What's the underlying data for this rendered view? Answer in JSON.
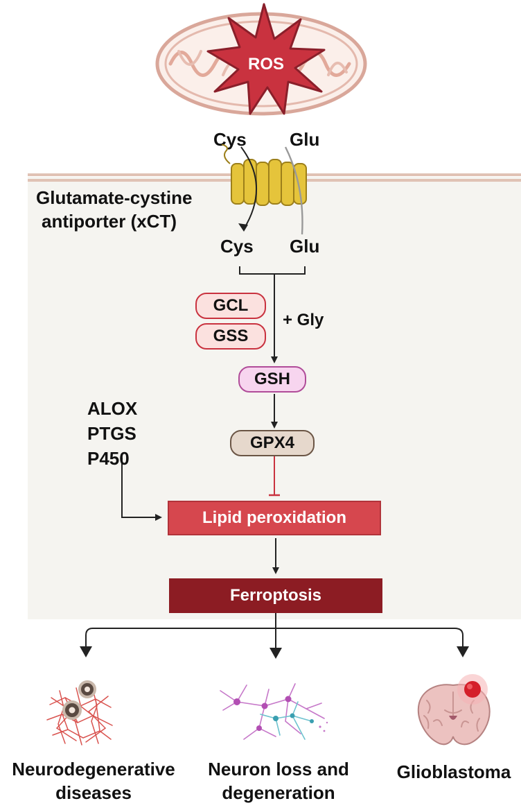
{
  "mito": {
    "ros_label": "ROS"
  },
  "transporter": {
    "outside_left": "Cys",
    "outside_right": "Glu",
    "inside_left": "Cys",
    "inside_right": "Glu",
    "name_line1": "Glutamate-cystine",
    "name_line2": "antiporter (xCT)"
  },
  "pathway": {
    "enzymes": [
      "GCL",
      "GSS"
    ],
    "cofactor": "+ Gly",
    "gsh": "GSH",
    "gpx4": "GPX4",
    "lipid_enzymes": [
      "ALOX",
      "PTGS",
      "P450"
    ],
    "lipid_peroxidation": "Lipid peroxidation",
    "ferroptosis": "Ferroptosis"
  },
  "outcomes": [
    {
      "line1": "Neurodegenerative",
      "line2": "diseases"
    },
    {
      "line1": "Neuron loss and",
      "line2": "degeneration"
    },
    {
      "line1": "Glioblastoma",
      "line2": ""
    }
  ],
  "colors": {
    "ros": "#c9323f",
    "mito_outline": "#d9a79a",
    "transporter": "#e5c43b",
    "enzyme_fill": "#fbe1df",
    "enzyme_border": "#c9323f",
    "gsh_fill": "#f7d5ef",
    "gsh_border": "#b04c99",
    "gpx4_fill": "#e6d8cc",
    "gpx4_border": "#6b5545",
    "lipid": "#d6474e",
    "ferroptosis": "#8c1c23"
  }
}
